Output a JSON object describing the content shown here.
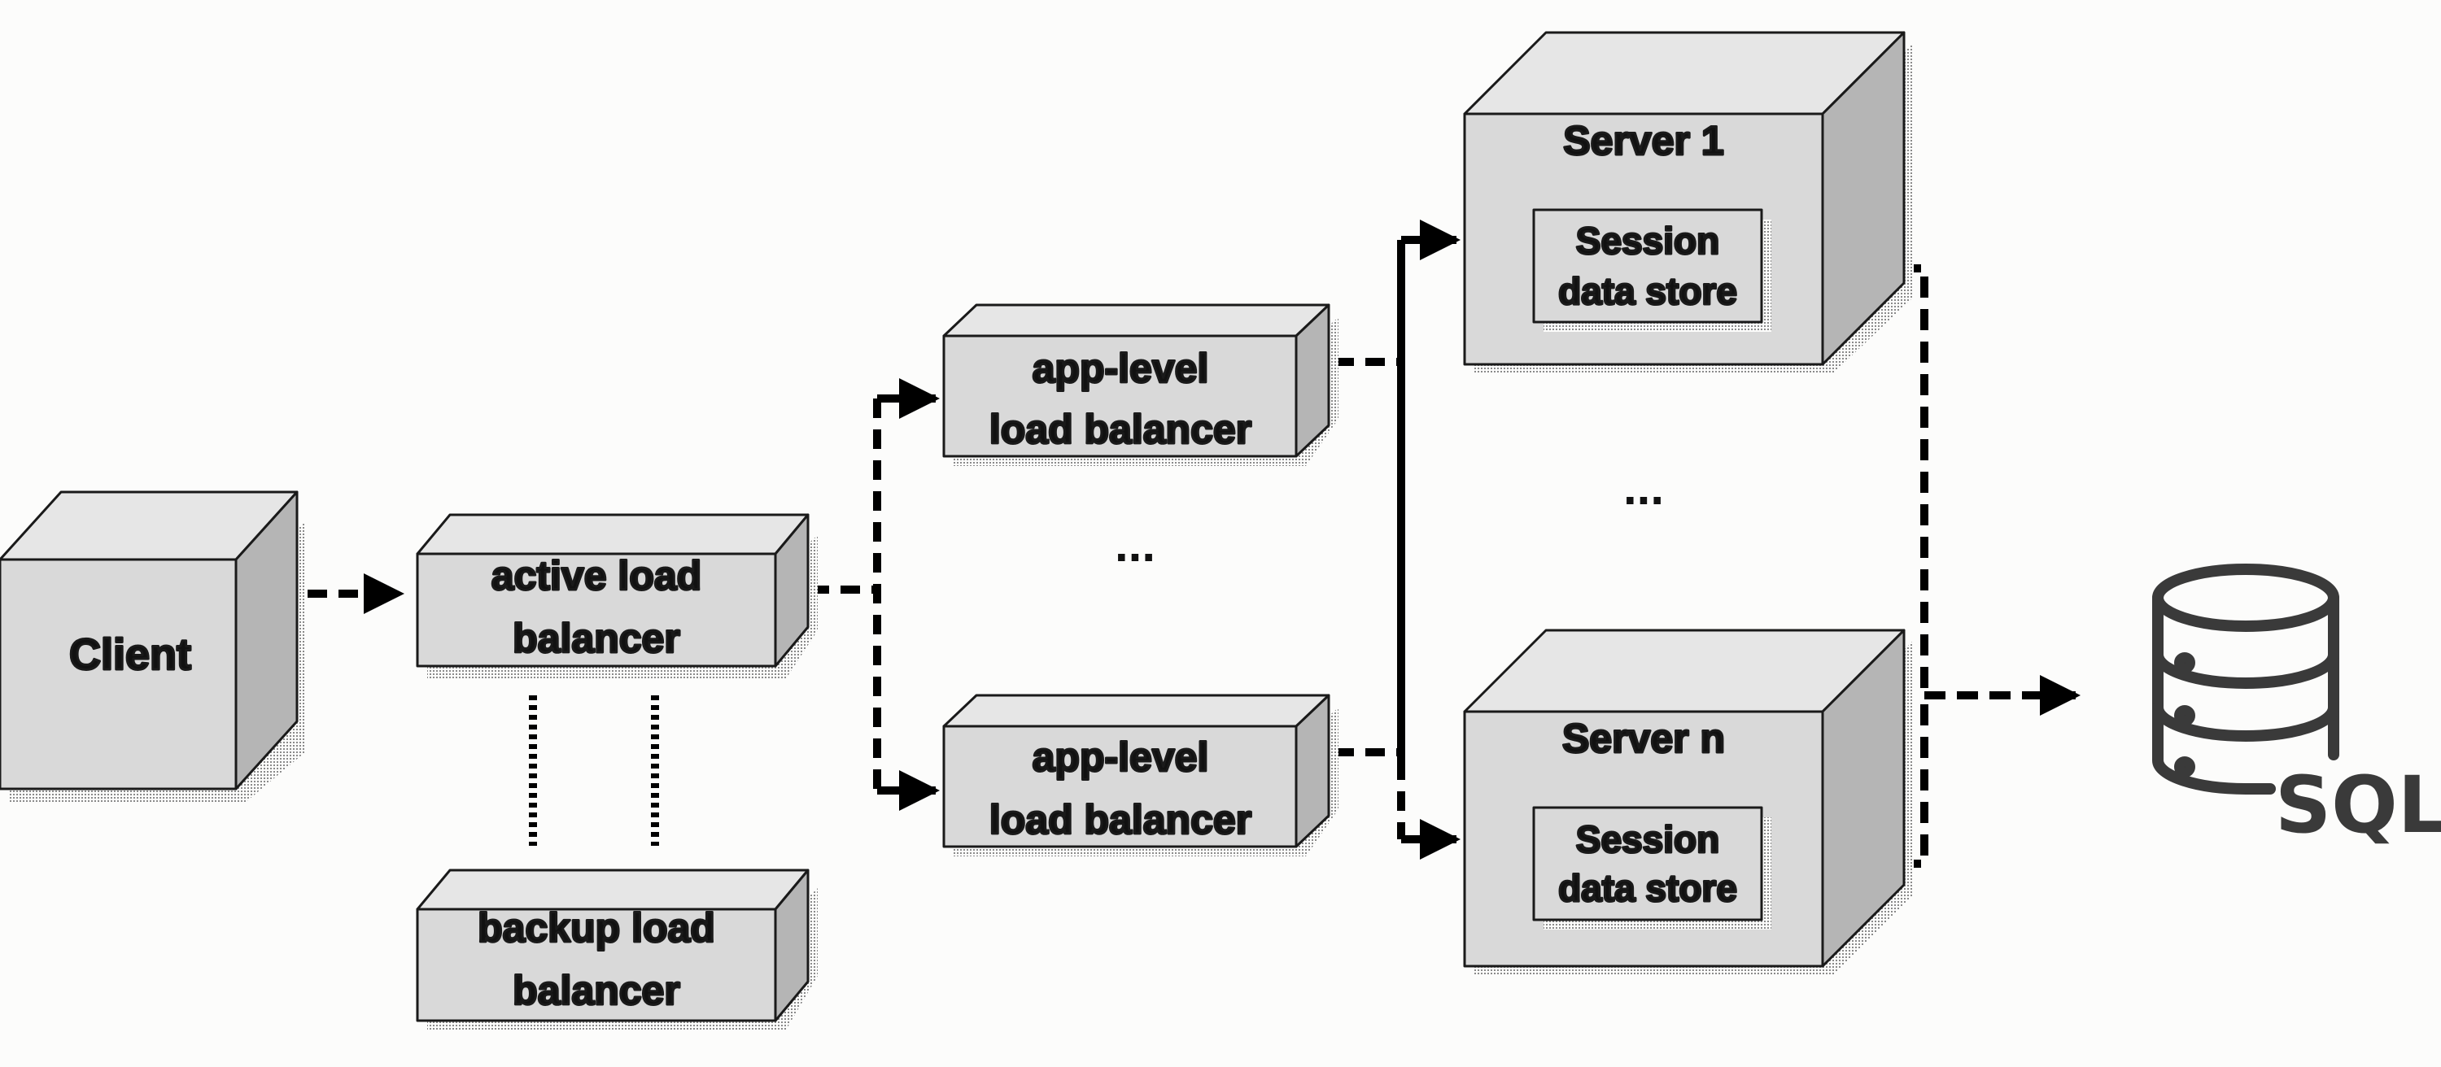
{
  "client": {
    "label": "Client"
  },
  "active_lb": {
    "line1": "active load",
    "line2": "balancer"
  },
  "backup_lb": {
    "line1": "backup load",
    "line2": "balancer"
  },
  "app_lb_top": {
    "line1": "app-level",
    "line2": "load balancer"
  },
  "app_lb_bottom": {
    "line1": "app-level",
    "line2": "load balancer"
  },
  "app_lb_ellipsis": "...",
  "server1": {
    "title": "Server 1",
    "session_line1": "Session",
    "session_line2": "data store"
  },
  "server_n": {
    "title": "Server n",
    "session_line1": "Session",
    "session_line2": "data store"
  },
  "server_ellipsis": "...",
  "database": {
    "label": "SQL",
    "icon": "database-icon"
  },
  "colors": {
    "box_front": "#d9d9d9",
    "box_top": "#e6e6e6",
    "box_side": "#b5b5b5",
    "outline": "#1a1a1a",
    "db_stroke": "#3a3a3a",
    "background": "#fcfcfb"
  }
}
